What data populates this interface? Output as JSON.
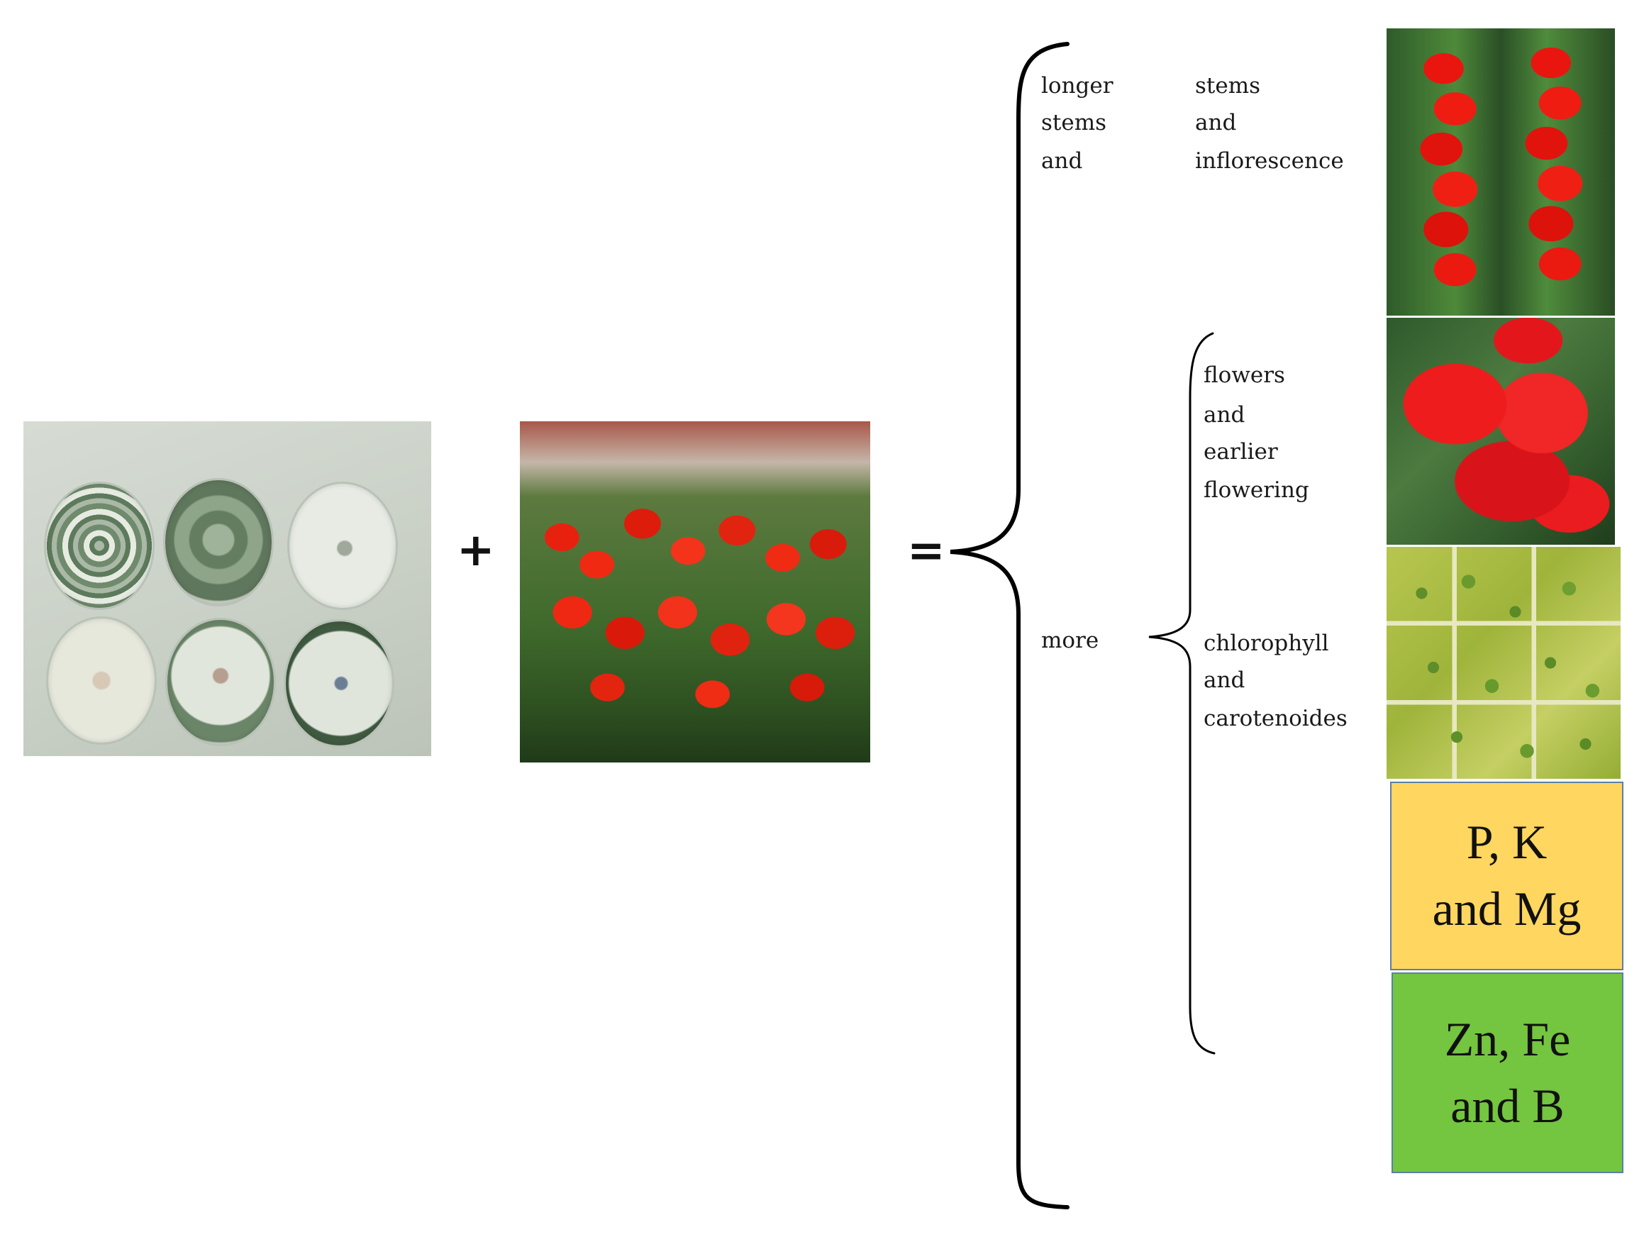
{
  "operators": {
    "plus": "+",
    "equals": "="
  },
  "left": {
    "petri_image_desc": "",
    "gladiolus_image_desc": ""
  },
  "outcomes": {
    "longer_col1": [
      "longer",
      "stems",
      "and"
    ],
    "longer_col2": [
      "stems",
      "and",
      "inflorescence"
    ],
    "more": "more",
    "flowers": [
      "flowers",
      "and",
      "earlier",
      "flowering"
    ],
    "chlorophyll": [
      "chlorophyll",
      "and",
      "carotenoides"
    ]
  },
  "boxes": {
    "pkmg": [
      "P, K",
      "and Mg"
    ],
    "znfeb": [
      "Zn, Fe",
      "and B"
    ]
  },
  "colors": {
    "pkmg_box": "#ffd65f",
    "znfeb_box": "#74c53f",
    "box_border": "#5b7fa6"
  }
}
